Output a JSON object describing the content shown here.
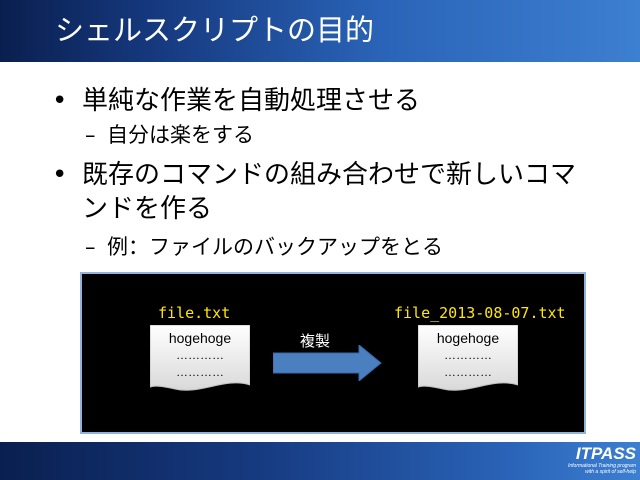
{
  "slide": {
    "title": "シェルスクリプトの目的",
    "bullets": [
      {
        "marker": "•",
        "text": "単純な作業を自動処理させる",
        "sub": {
          "marker": "–",
          "text": "自分は楽をする"
        }
      },
      {
        "marker": "•",
        "line1": "既存のコマンドの組み合わせで新しいコマ",
        "line2": "ンドを作る",
        "sub": {
          "marker": "–",
          "text": "例：ファイルのバックアップをとる"
        }
      }
    ]
  },
  "demo": {
    "source": {
      "filename": "file.txt",
      "line1": "hogehoge",
      "line2": "…………",
      "line3": "…………"
    },
    "action_label": "複製",
    "target": {
      "filename": "file_2013-08-07.txt",
      "line1": "hogehoge",
      "line2": "…………",
      "line3": "…………"
    }
  },
  "footer": {
    "logo_text": "ITPASS",
    "logo_tagline1": "Informational Training program",
    "logo_tagline2": "with a spirit of self-help"
  },
  "colors": {
    "title_bar": "#163a80",
    "filename": "#ffe800",
    "arrow": "#4a7fc0",
    "demo_border": "#8fb3d9"
  }
}
